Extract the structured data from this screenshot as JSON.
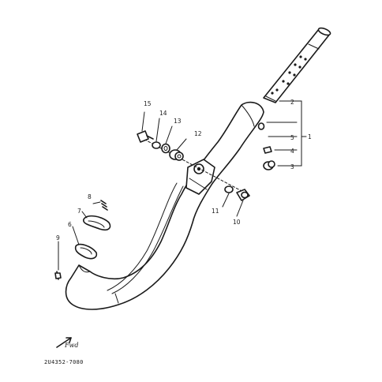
{
  "diagram": {
    "callouts": [
      "1",
      "2",
      "3",
      "4",
      "5",
      "6",
      "7",
      "8",
      "9",
      "10",
      "11",
      "12",
      "13",
      "14",
      "15"
    ],
    "forward_label": "Fwd",
    "drawing_code": "2U4352-7080"
  }
}
